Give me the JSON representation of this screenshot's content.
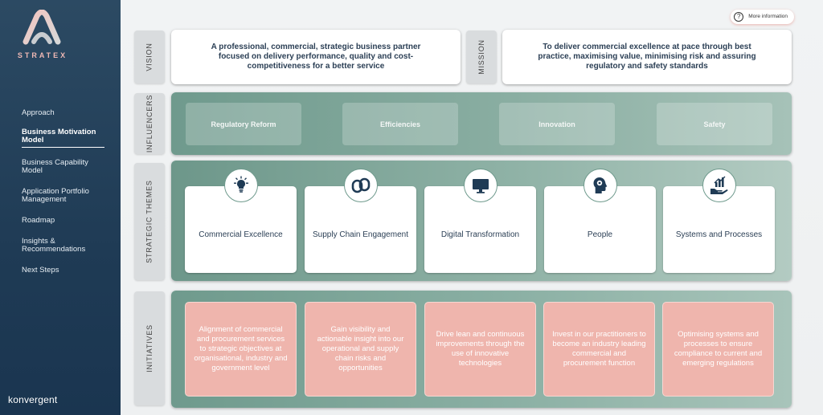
{
  "brand": {
    "name": "STRATEX",
    "footer": "konvergent"
  },
  "nav": [
    {
      "label": "Approach"
    },
    {
      "label": "Business Motivation Model",
      "active": true
    },
    {
      "label": "Business Capability Model"
    },
    {
      "label": "Application Portfolio Management"
    },
    {
      "label": "Roadmap"
    },
    {
      "label": "Insights & Recommendations"
    },
    {
      "label": "Next Steps"
    }
  ],
  "more_info": {
    "label": "More information",
    "icon": "question-circle-icon"
  },
  "vision": {
    "label": "VISION",
    "text": "A professional, commercial, strategic business partner focused on delivery performance, quality and cost-competitiveness for a better service"
  },
  "mission": {
    "label": "MISSION",
    "text": "To deliver commercial excellence at pace through best practice, maximising value, minimising risk and assuring regulatory and safety standards"
  },
  "influencers": {
    "label": "INFLUENCERS",
    "items": [
      "Regulatory Reform",
      "Efficiencies",
      "Innovation",
      "Safety"
    ]
  },
  "themes": {
    "label": "STRATEGIC THEMES",
    "items": [
      {
        "title": "Commercial Excellence",
        "icon": "lightbulb-icon"
      },
      {
        "title": "Supply Chain Engagement",
        "icon": "chain-link-icon"
      },
      {
        "title": "Digital Transformation",
        "icon": "monitor-icon"
      },
      {
        "title": "People",
        "icon": "head-gear-icon"
      },
      {
        "title": "Systems and Processes",
        "icon": "hand-chart-icon"
      }
    ]
  },
  "initiatives": {
    "label": "INITIATIVES",
    "items": [
      "Alignment of commercial and procurement services to strategic objectives at organisational, industry and government level",
      "Gain visibility and actionable insight into our operational and supply chain risks and opportunities",
      "Drive lean and continuous improvements through the use of innovative technologies",
      "Invest in our practitioners to become an industry leading commercial and procurement function",
      "Optimising systems and processes to ensure compliance to current and emerging regulations"
    ]
  },
  "colors": {
    "sidebar": "#1f3b55",
    "accent_teal": "#6f9a8d",
    "initiative_pink": "#efb5ad",
    "logo_pink": "#f0b9b5"
  }
}
